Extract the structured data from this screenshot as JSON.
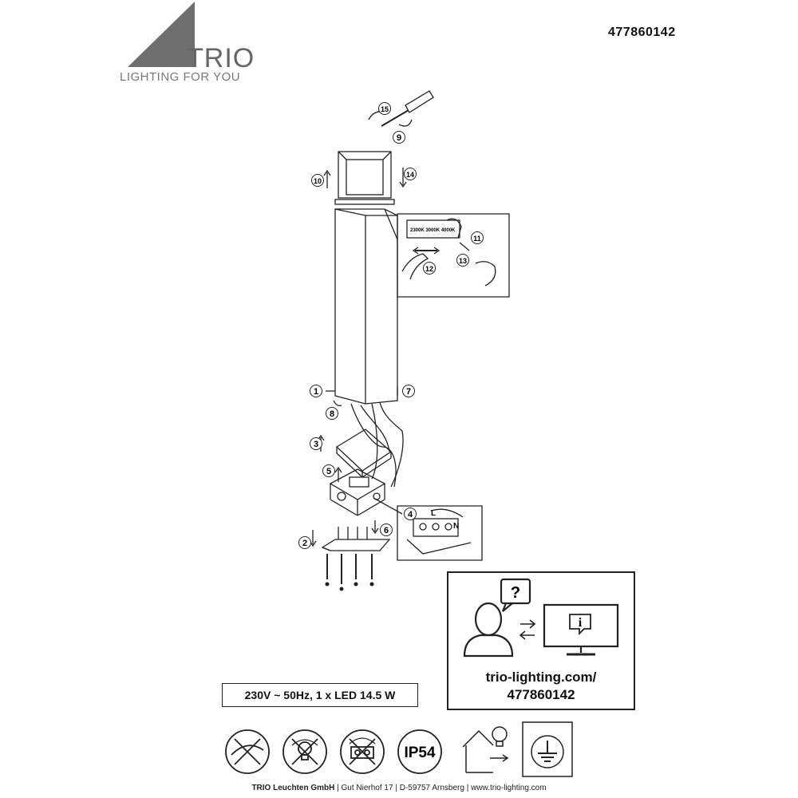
{
  "brand": {
    "name": "TRIO",
    "tagline": "LIGHTING FOR YOU"
  },
  "article_number": "477860142",
  "steps": [
    "1",
    "2",
    "3",
    "4",
    "5",
    "6",
    "7",
    "8",
    "9",
    "10",
    "11",
    "12",
    "13",
    "14",
    "15"
  ],
  "diagram_labels": {
    "terminal_L": "L",
    "terminal_N": "N",
    "cct_label": "2300K 3000K 4000K"
  },
  "spec": "230V ~ 50Hz, 1 x LED 14.5 W",
  "info": {
    "url_line1": "trio-lighting.com/",
    "url_line2": "477860142",
    "question_mark": "?",
    "info_glyph": "i"
  },
  "symbols": {
    "ip_prefix": "IP",
    "ip_rating": "54",
    "icons": [
      "no-dimmer-icon",
      "led-not-replaceable-icon",
      "led-module-not-replaceable-icon",
      "ip54-icon",
      "outdoor-use-icon",
      "protection-class-1-icon"
    ]
  },
  "footer": {
    "company": "TRIO Leuchten GmbH",
    "address": "Gut Nierhof 17",
    "city": "D-59757 Arnsberg",
    "website": "www.trio-lighting.com"
  },
  "colors": {
    "logo_gray": "#666666",
    "line": "#222222"
  }
}
